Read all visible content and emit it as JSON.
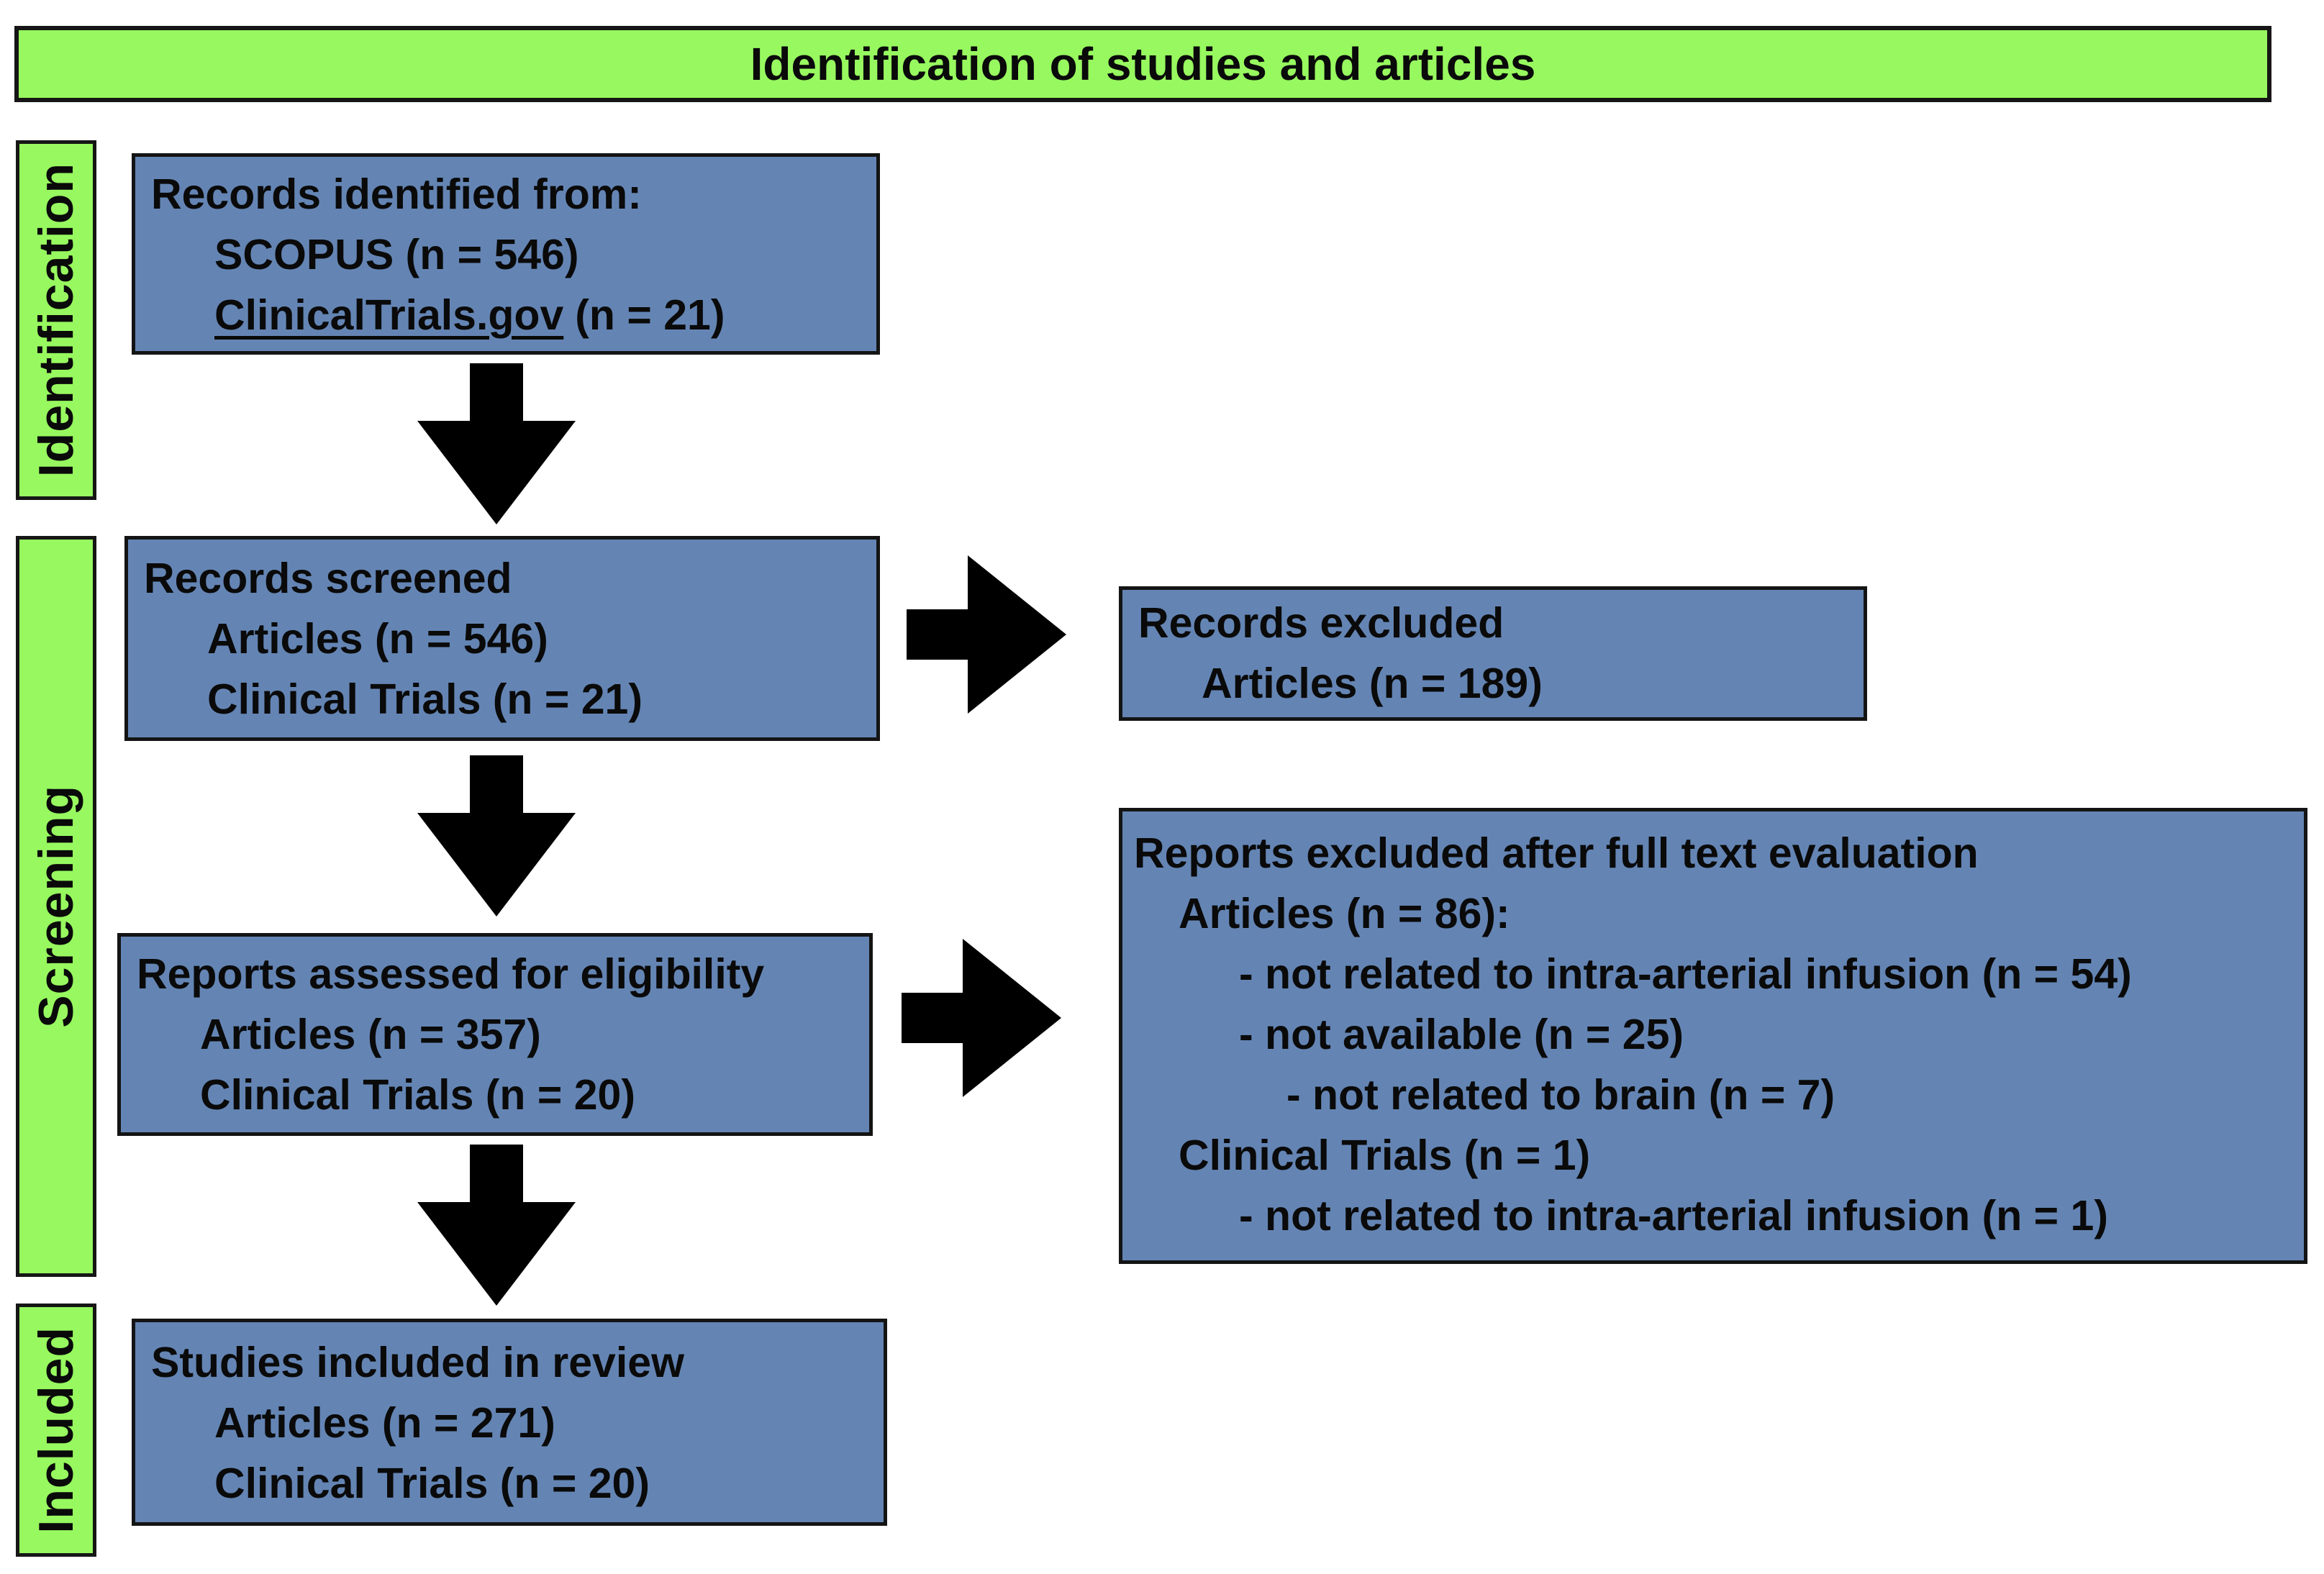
{
  "banner": {
    "title": "Identification of studies and articles"
  },
  "stages": {
    "identification": "Identification",
    "screening": "Screening",
    "included": "Included"
  },
  "boxes": {
    "identified": {
      "line1": "Records identified from:",
      "line2": "SCOPUS (n = 546)",
      "line3_link": "ClinicalTrials.gov",
      "line3_rest": "(n = 21)"
    },
    "screened": {
      "line1": "Records screened",
      "line2": "Articles (n = 546)",
      "line3": "Clinical Trials (n = 21)"
    },
    "records_excluded": {
      "line1": "Records excluded",
      "line2": "Articles (n = 189)"
    },
    "assessed": {
      "line1": "Reports assessed for eligibility",
      "line2": "Articles (n = 357)",
      "line3": "Clinical Trials (n = 20)"
    },
    "fulltext_excluded": {
      "line1": "Reports excluded after full text evaluation",
      "line2": "Articles (n = 86):",
      "line3": "- not related to intra-arterial infusion (n = 54)",
      "line4": "- not available (n = 25)",
      "line5": "- not related to brain (n = 7)",
      "line6": "Clinical Trials (n = 1)",
      "line7": "- not related to intra-arterial infusion (n = 1)"
    },
    "included": {
      "line1": "Studies included in review",
      "line2": "Articles (n = 271)",
      "line3": "Clinical Trials (n = 20)"
    }
  },
  "colors": {
    "stage_green": "#97F95F",
    "box_blue": "#6485B4",
    "border_black": "#141414",
    "arrow_black": "#000000"
  }
}
